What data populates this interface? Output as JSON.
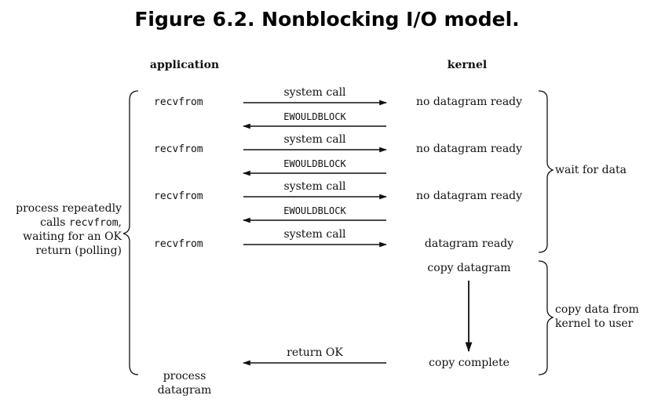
{
  "title": "Figure 6.2. Nonblocking I/O model.",
  "headers": {
    "application": "application",
    "kernel": "kernel"
  },
  "rounds": [
    {
      "call": "recvfrom",
      "arrow": "system call",
      "kernel": "no datagram ready",
      "reply": "EWOULDBLOCK"
    },
    {
      "call": "recvfrom",
      "arrow": "system call",
      "kernel": "no datagram ready",
      "reply": "EWOULDBLOCK"
    },
    {
      "call": "recvfrom",
      "arrow": "system call",
      "kernel": "no datagram ready",
      "reply": "EWOULDBLOCK"
    },
    {
      "call": "recvfrom",
      "arrow": "system call",
      "kernel": "datagram ready"
    }
  ],
  "copy": {
    "start": "copy datagram",
    "end": "copy complete",
    "return": "return OK",
    "process_line1": "process",
    "process_line2": "datagram"
  },
  "left_note": {
    "line1": "process repeatedly",
    "line2_pre": "calls ",
    "line2_code": "recvfrom",
    "line2_post": ",",
    "line3": "waiting for an OK",
    "line4": "return (polling)"
  },
  "right_notes": {
    "wait": "wait for data",
    "copy_line1": "copy data from",
    "copy_line2": "kernel to user"
  }
}
